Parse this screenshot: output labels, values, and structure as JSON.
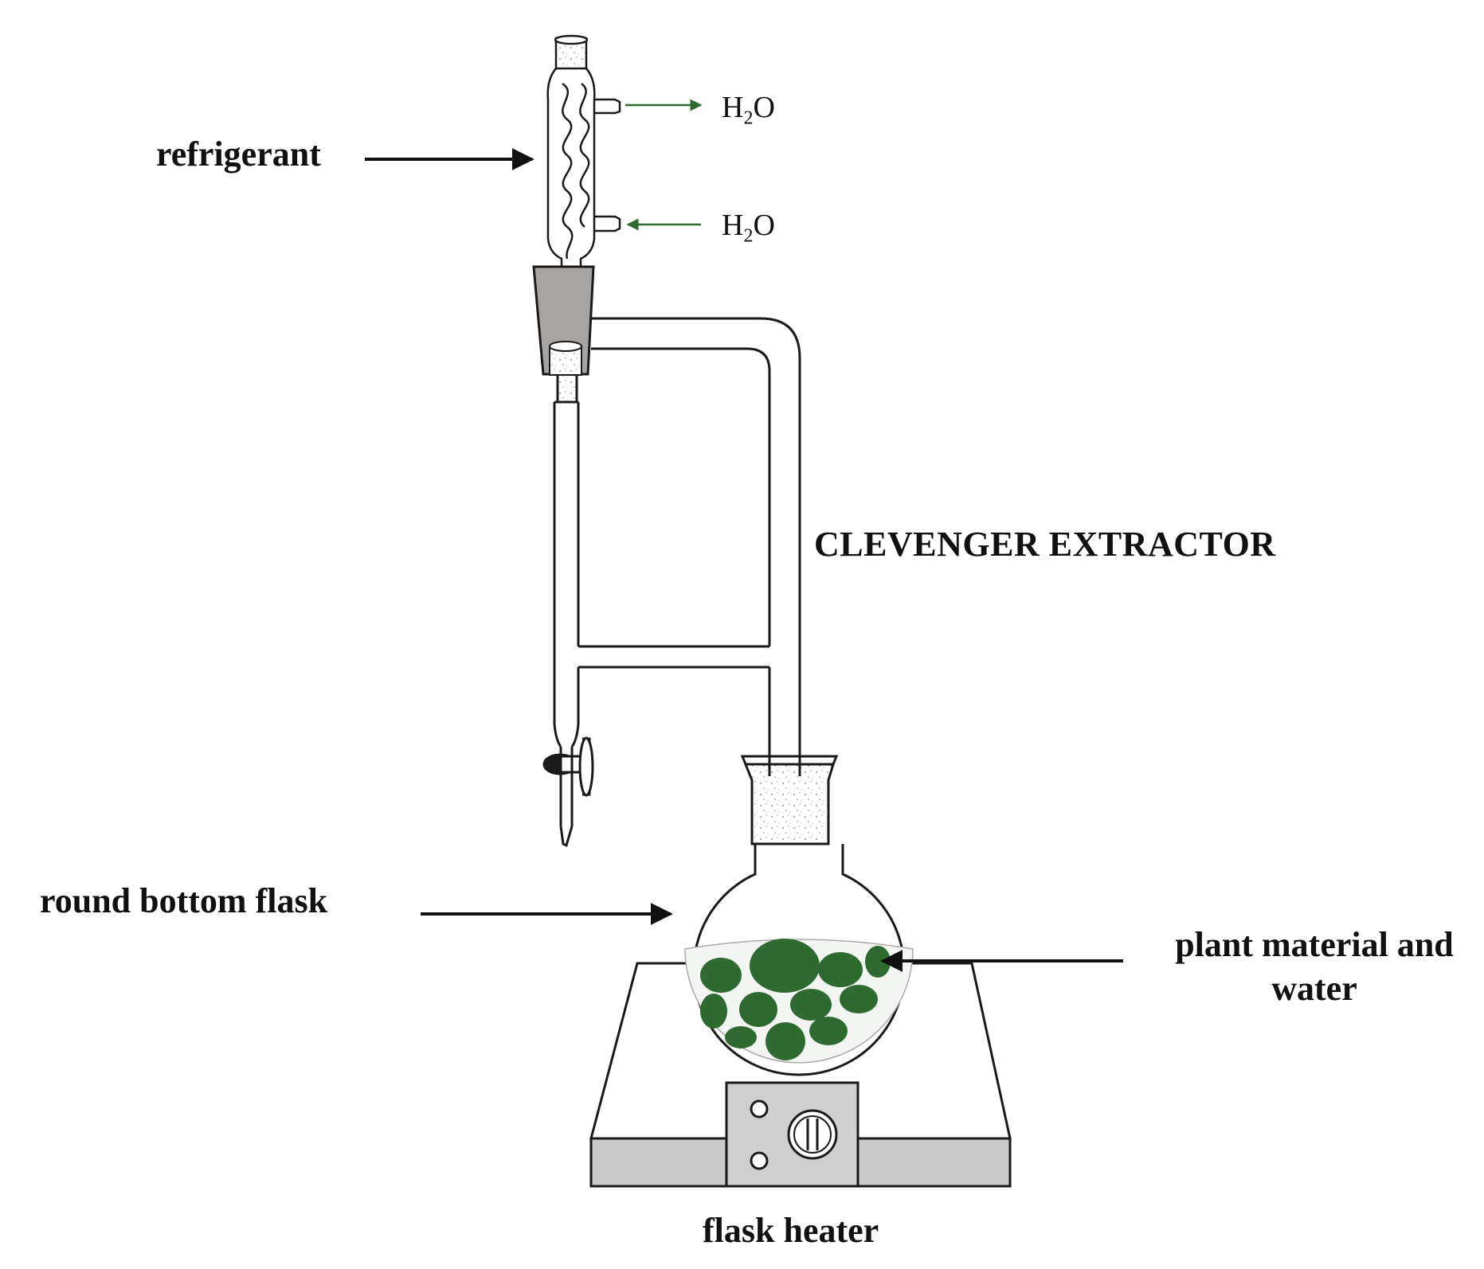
{
  "labels": {
    "refrigerant": "refrigerant",
    "water_out": {
      "main": "H",
      "sub": "2",
      "tail": "O"
    },
    "water_in": {
      "main": "H",
      "sub": "2",
      "tail": "O"
    },
    "extractor": "CLEVENGER EXTRACTOR",
    "flask": "round bottom flask",
    "plant_line1": "plant material and",
    "plant_line2": "water",
    "heater": "flask heater"
  },
  "colors": {
    "outline": "#1a1a1a",
    "water_arrow": "#2e6b2e",
    "plant": "#2f6a30",
    "stopper": "#a8a4a2",
    "heater_side": "#c9c9c9",
    "control_panel": "#cfcfcf"
  }
}
